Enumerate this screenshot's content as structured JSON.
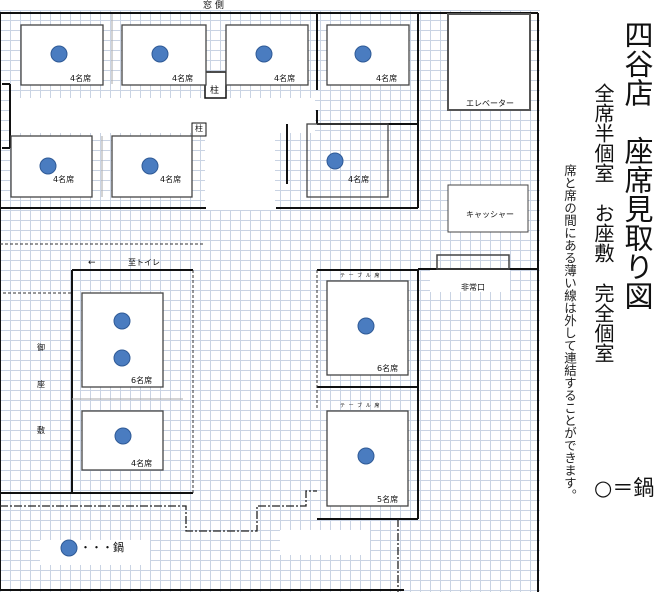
{
  "title": "四谷店　座席見取り図",
  "subtitle": "全席半個室　お座敷　完全個室",
  "note": "席と席の間にある薄い線は外して連結することができます。",
  "legend_right": "○＝鍋",
  "legend_bottom": "・・・鍋",
  "labels": {
    "window_side": "窓 側",
    "pillar_1": "柱",
    "pillar_2": "柱",
    "elevator": "エレベーター",
    "cashier": "キャッシャー",
    "emergency_exit": "非常口",
    "to_toilet": "至トイレ",
    "arrow_left": "←",
    "ozashiki": [
      "御",
      "座",
      "敷"
    ],
    "table_seat_1": "テ ー ブ ル 席",
    "table_seat_2": "テ ー ブ ル 席"
  },
  "tables": [
    {
      "id": "t1",
      "label": "4名席",
      "pots": 1
    },
    {
      "id": "t2",
      "label": "4名席",
      "pots": 1
    },
    {
      "id": "t3",
      "label": "4名席",
      "pots": 1
    },
    {
      "id": "t4",
      "label": "4名席",
      "pots": 1
    },
    {
      "id": "t5",
      "label": "4名席",
      "pots": 1
    },
    {
      "id": "t6",
      "label": "4名席",
      "pots": 1
    },
    {
      "id": "t7",
      "label": "4名席",
      "pots": 1
    },
    {
      "id": "t8",
      "label": "6名席",
      "pots": 2
    },
    {
      "id": "t9",
      "label": "4名席",
      "pots": 1
    },
    {
      "id": "t10",
      "label": "6名席",
      "pots": 1
    },
    {
      "id": "t11",
      "label": "5名席",
      "pots": 1
    }
  ],
  "colors": {
    "pot": "#4a7cc0",
    "pot_stroke": "#2f5a96",
    "wall": "#111111",
    "table_border": "#555555",
    "grid": "#c9d3e3"
  }
}
